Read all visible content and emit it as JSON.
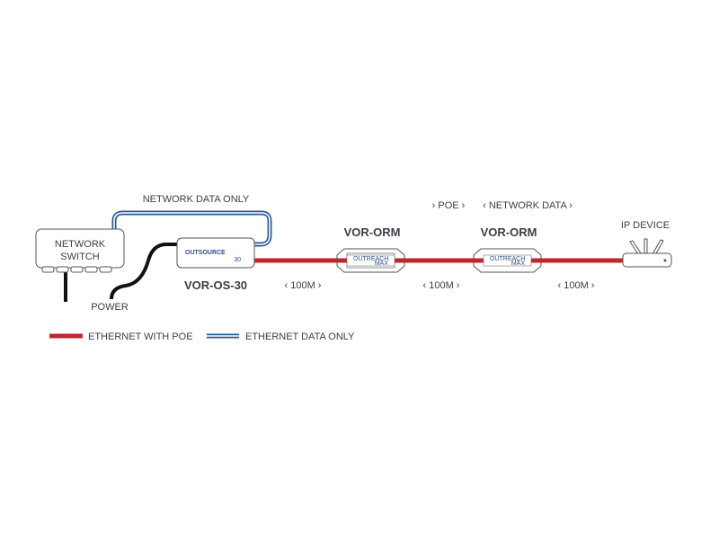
{
  "labels": {
    "network_data_only": "NETWORK DATA ONLY",
    "network_switch_line1": "NETWORK",
    "network_switch_line2": "SWITCH",
    "power": "POWER",
    "outsource_brand": "OUTSOURCE",
    "outsource_brand_num": "30",
    "vor_os_30": "VOR-OS-30",
    "vor_orm_1": "VOR-ORM",
    "vor_orm_2": "VOR-ORM",
    "outreach_brand": "OUTREACH",
    "outreach_max": "MAX",
    "ip_device": "IP DEVICE",
    "poe": "› POE ›",
    "network_data": "‹ NETWORK DATA ›",
    "distance_1": "‹ 100M ›",
    "distance_2": "‹ 100M ›",
    "distance_3": "‹ 100M ›"
  },
  "legend": {
    "poe_label": "ETHERNET WITH POE",
    "data_label": "ETHERNET DATA ONLY"
  },
  "colors": {
    "poe_cable": "#c0262d",
    "data_cable": "#2b5a92",
    "text": "#3a3f44"
  }
}
